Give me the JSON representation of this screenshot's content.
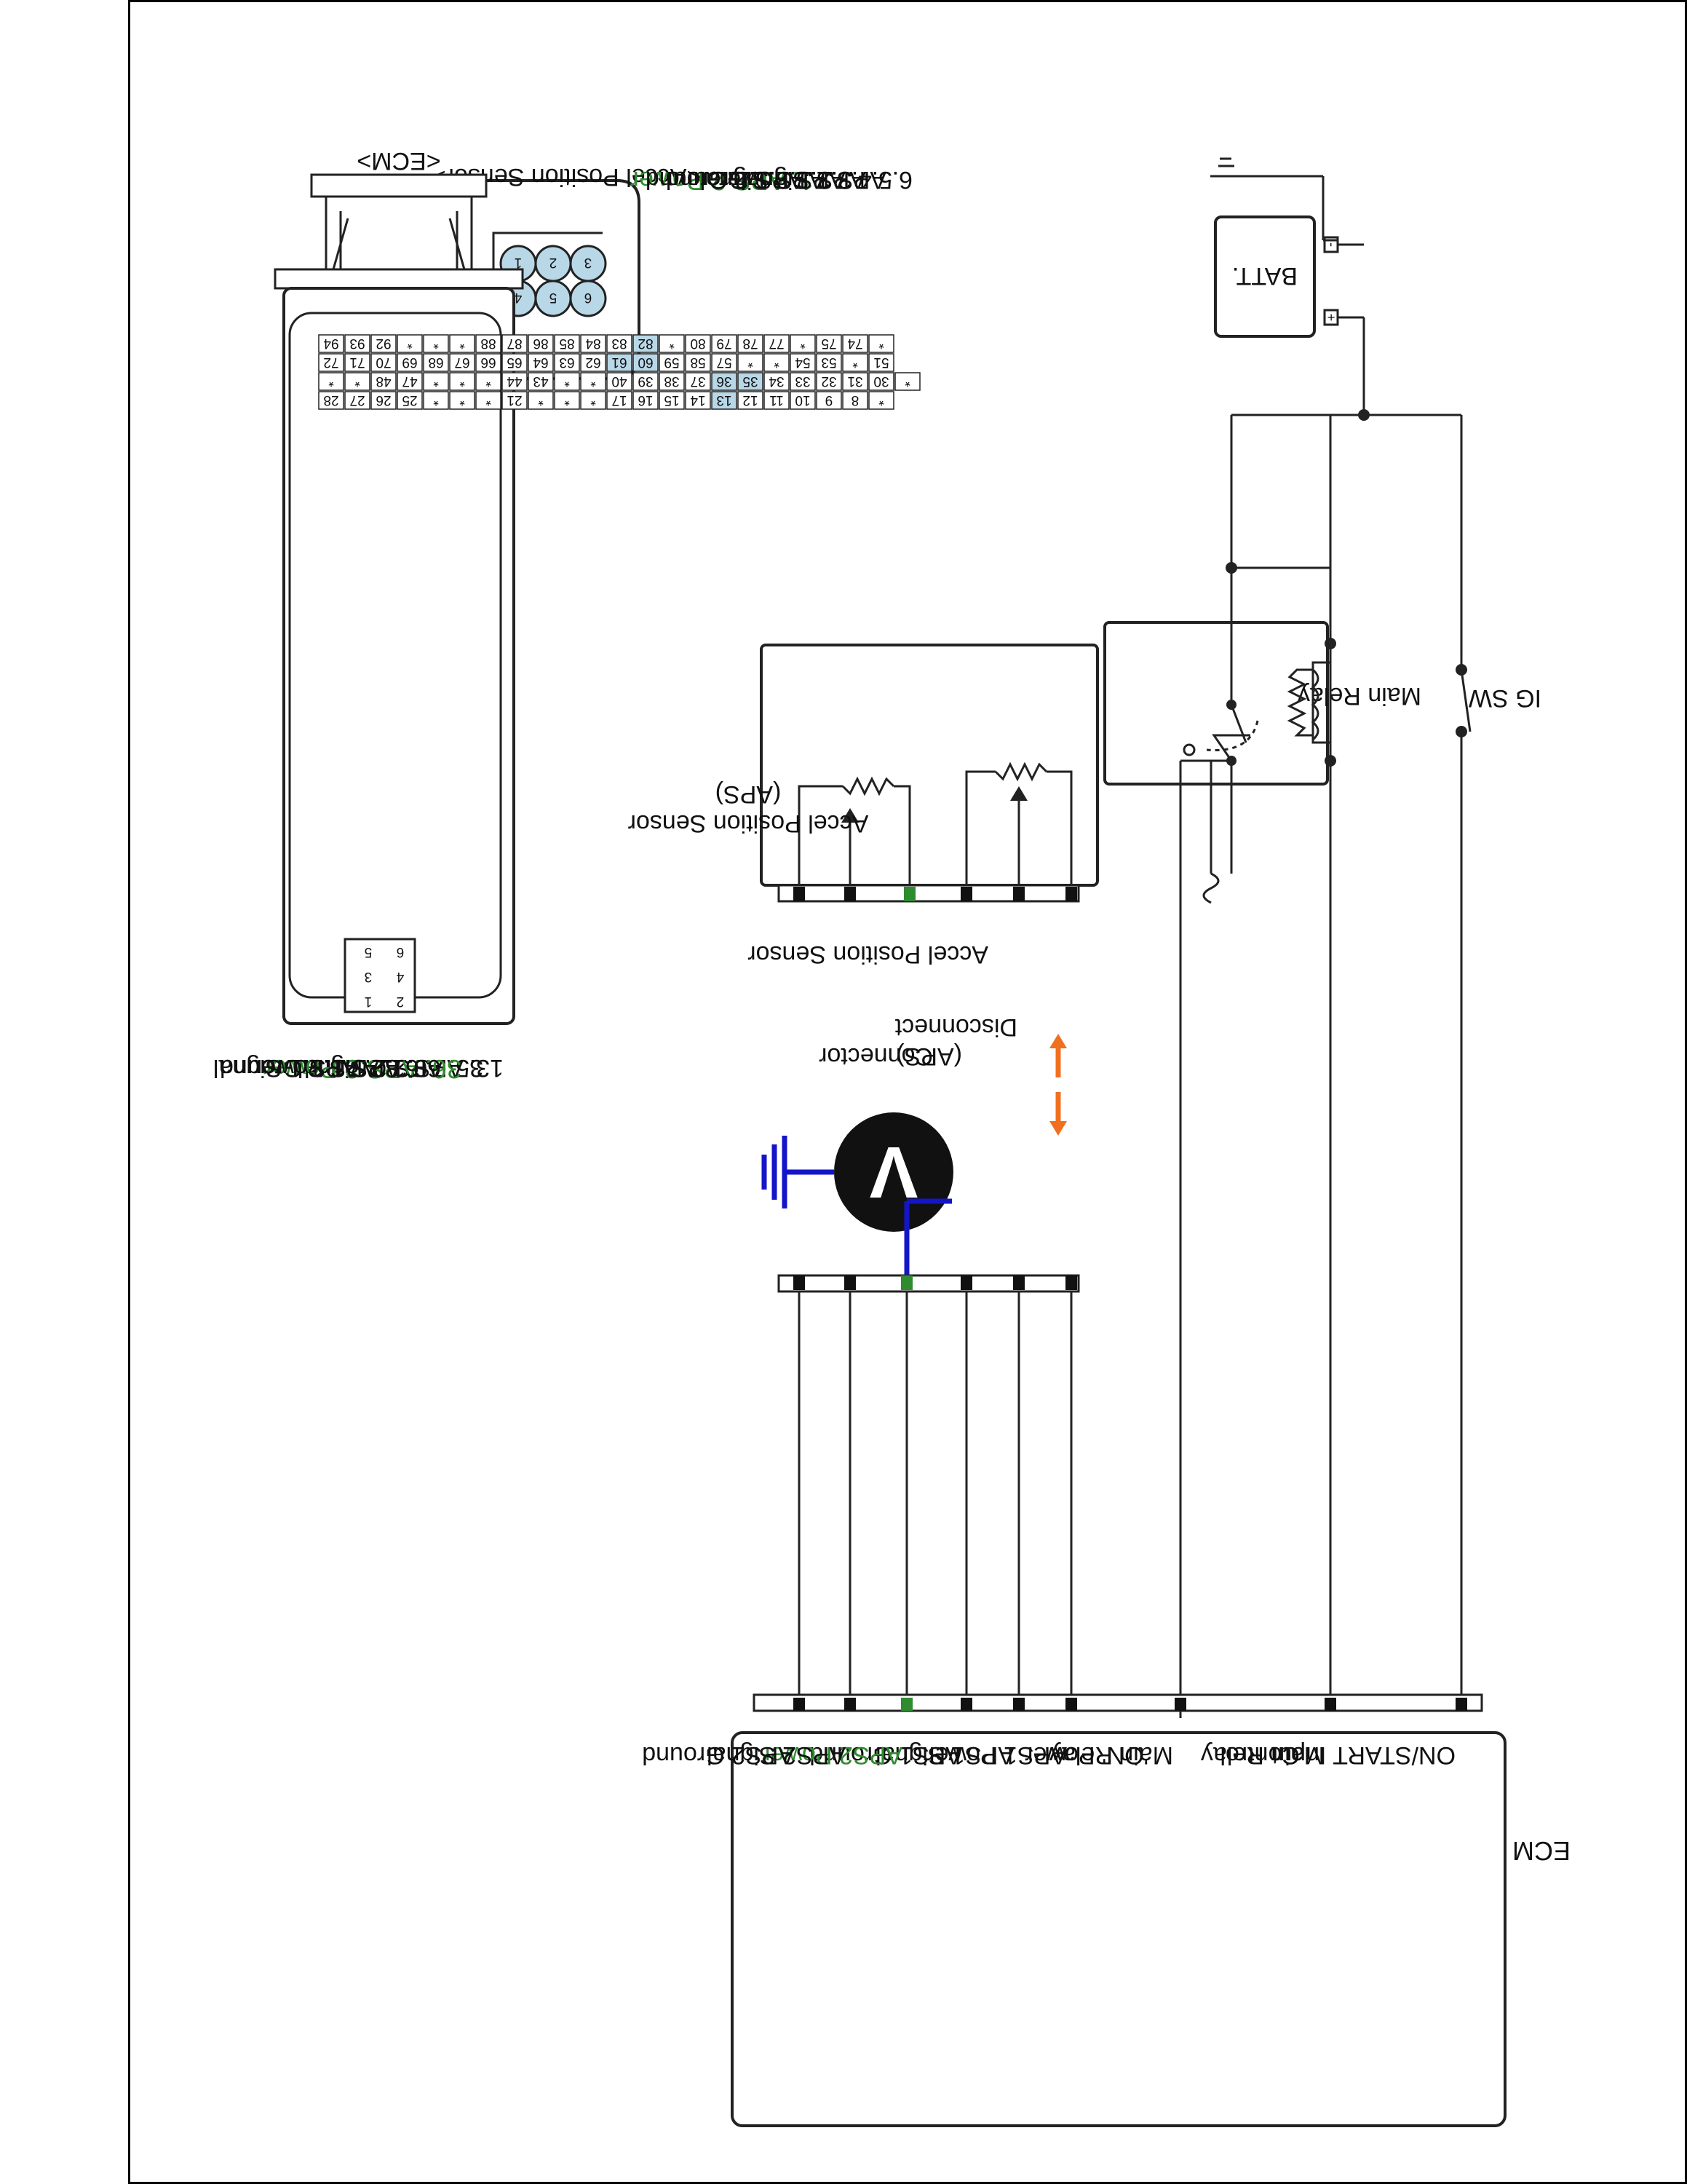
{
  "batt": {
    "label": "BATT.",
    "minus": "-",
    "plus": "+"
  },
  "ig_sw": {
    "label": "IG SW"
  },
  "main_relay": {
    "label": "Main Relay"
  },
  "aps_sensor": {
    "title": "<Accel Position Sensor>",
    "body_label_1": "Accel Position Sensor",
    "body_label_2": "(APS)",
    "pins": [
      {
        "num": "1",
        "label": "1. APS.2 Power",
        "highlight": true
      },
      {
        "num": "2",
        "label": "2. APS.2 Ground",
        "highlight": false
      },
      {
        "num": "3",
        "label": "3. APS.1 Ground",
        "highlight": false
      },
      {
        "num": "4",
        "label": "4. APS.2 Signal",
        "highlight": false
      },
      {
        "num": "5",
        "label": "5. APS.1 Power",
        "highlight": false
      },
      {
        "num": "6",
        "label": "6. APS.1 Signal",
        "highlight": false
      }
    ]
  },
  "disconnect": {
    "line1": "Disconnect",
    "line2": "Accel Position Sensor",
    "line3": "(APS)",
    "line4": "Connector"
  },
  "voltmeter": {
    "label": "V"
  },
  "ecm_connector": {
    "title": "<ECM>",
    "rows": [
      [
        "94",
        "93",
        "92",
        "*",
        "*",
        "*",
        "88",
        "87",
        "86",
        "85",
        "84",
        "83",
        "82",
        "*",
        "80",
        "79",
        "78",
        "77",
        "*",
        "75",
        "74",
        "*"
      ],
      [
        "72",
        "71",
        "70",
        "69",
        "68",
        "67",
        "66",
        "65",
        "64",
        "63",
        "62",
        "61",
        "60",
        "59",
        "58",
        "57",
        "*",
        "*",
        "54",
        "53",
        "*",
        "51"
      ],
      [
        "*",
        "*",
        "48",
        "47",
        "*",
        "*",
        "*",
        "44",
        "43",
        "*",
        "*",
        "40",
        "39",
        "38",
        "37",
        "36",
        "35",
        "34",
        "33",
        "32",
        "31",
        "30",
        "*"
      ],
      [
        "28",
        "27",
        "26",
        "25",
        "*",
        "*",
        "*",
        "21",
        "*",
        "*",
        "*",
        "17",
        "16",
        "15",
        "14",
        "13",
        "12",
        "11",
        "10",
        "9",
        "8",
        "*"
      ]
    ],
    "highlighted_pins": [
      "82",
      "61",
      "60",
      "36",
      "35",
      "13"
    ],
    "small_pins": [
      "6",
      "5",
      "4",
      "3",
      "2",
      "1"
    ],
    "pin_list": [
      {
        "label": "13. APS.2 Ground",
        "highlight": false
      },
      {
        "label": "35. APS.2 Signal",
        "highlight": false
      },
      {
        "label": "36. APS.2 Power",
        "highlight": true
      },
      {
        "label": "60. APS.1 Power",
        "highlight": false
      },
      {
        "label": "61. APS.1 Ground",
        "highlight": false
      },
      {
        "label": "82. APS.1 Signal",
        "highlight": false
      }
    ]
  },
  "ecm": {
    "title": "ECM",
    "terminals": [
      {
        "label": "ON/START Input",
        "highlight": false
      },
      {
        "label": "Main Relay",
        "label2": "Control",
        "highlight": false
      },
      {
        "label": "Main Relay",
        "label2": "'ON' Power",
        "highlight": false
      },
      {
        "label": "APS1 Power",
        "highlight": false
      },
      {
        "label": "APS1 Signal",
        "highlight": false
      },
      {
        "label": "APS1 Ground",
        "highlight": false
      },
      {
        "label": "APS2 Power",
        "highlight": true
      },
      {
        "label": "APS2 Signal",
        "highlight": false
      },
      {
        "label": "APS2 Ground",
        "highlight": false
      }
    ]
  },
  "colors": {
    "highlight_green": "#2e8b2e",
    "probe_blue": "#1515c8",
    "arrow_orange": "#f07020",
    "pin_blue": "#b8d8e8"
  }
}
